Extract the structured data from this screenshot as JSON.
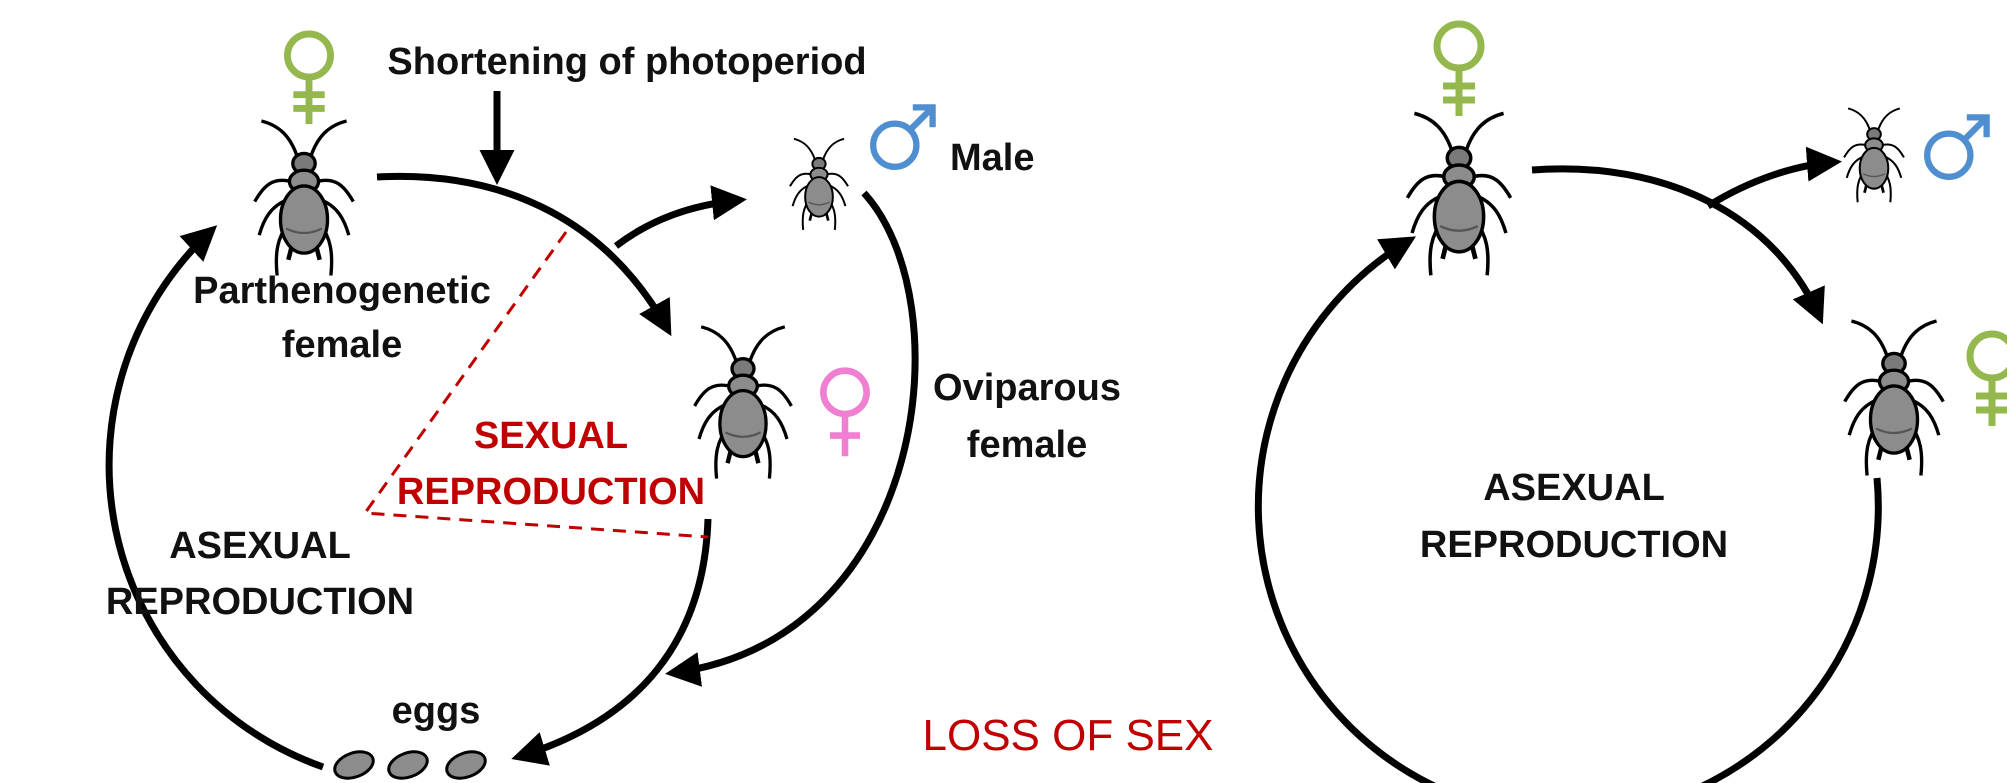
{
  "colors": {
    "female_symbol_green": "#94b84e",
    "male_symbol_blue": "#4f8fd0",
    "oviparous_symbol_pink": "#f07fd2",
    "sexual_text_red": "#c00000",
    "loss_text_red": "#c00000",
    "insect_body": "#8c8c8c",
    "arrow": "#000000"
  },
  "icons": {
    "female": "female-symbol-icon",
    "male": "male-symbol-icon",
    "aphid": "aphid-icon",
    "egg": "egg-icon"
  },
  "left_cycle": {
    "trigger": "Shortening of photoperiod",
    "parthenogenetic_label_line1": "Parthenogenetic",
    "parthenogenetic_label_line2": "female",
    "male_label": "Male",
    "oviparous_label_line1": "Oviparous",
    "oviparous_label_line2": "female",
    "sexual_line1": "SEXUAL",
    "sexual_line2": "REPRODUCTION",
    "asexual_line1": "ASEXUAL",
    "asexual_line2": "REPRODUCTION",
    "eggs_label": "eggs"
  },
  "center_label": "LOSS OF SEX",
  "right_cycle": {
    "asexual_line1": "ASEXUAL",
    "asexual_line2": "REPRODUCTION"
  }
}
